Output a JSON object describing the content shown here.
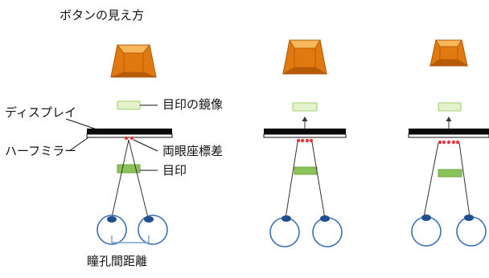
{
  "labels": {
    "title": "ボタンの見え方",
    "display": "ディスプレイ",
    "half_mirror": "ハーフミラー",
    "mirror_image": "目印の鏡像",
    "disparity": "両眼座標差",
    "marker": "目印",
    "ipd": "瞳孔間距離"
  },
  "colors": {
    "button_top": "#f6b85a",
    "button_side": "#e07a10",
    "button_dark": "#b55a06",
    "mirror_image_fill": "#e3f2cc",
    "mirror_image_stroke": "#9ccf6c",
    "marker_fill": "#8cc25a",
    "marker_stroke": "#6fa53f",
    "display_bar": "#0a0a0a",
    "disparity_marks": "#e03a3a",
    "eye_outline": "#3c6fb4",
    "pupil": "#1f4f8f",
    "ipd_bracket": "#7a9fd0",
    "sight_lines": "#333333"
  },
  "icons": {
    "button": "3d-orange-button-icon",
    "eye": "eye-icon",
    "arrow": "arrow-up-icon"
  },
  "panel_count": 3
}
